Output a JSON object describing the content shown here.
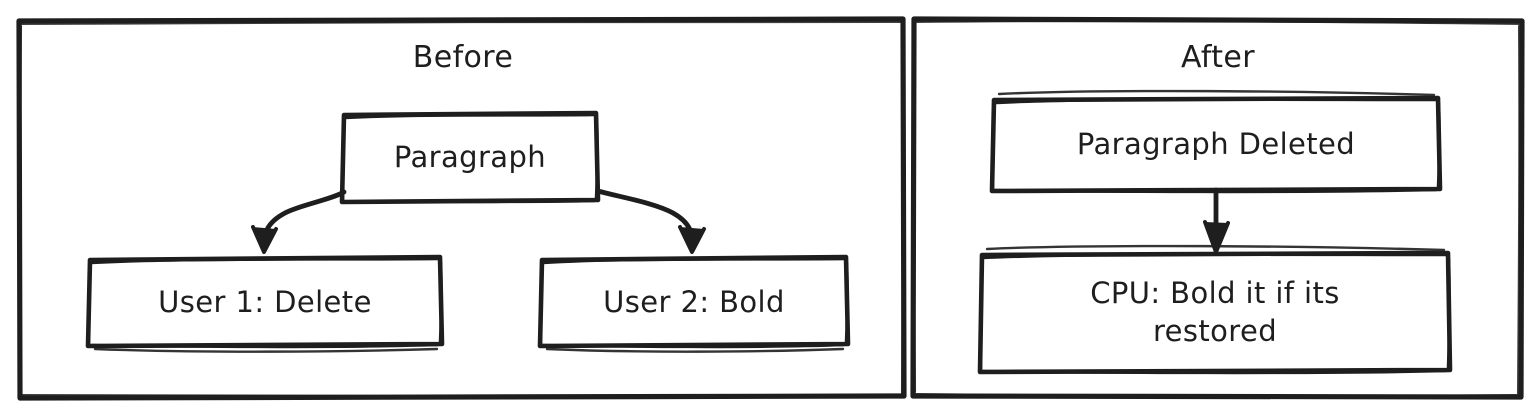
{
  "diagram": {
    "type": "flowchart",
    "style": "hand-drawn-sketch",
    "background_color": "#ffffff",
    "stroke_color": "#1e1e1e",
    "text_color": "#1e1e1e",
    "panels": [
      {
        "id": "before",
        "title": "Before",
        "nodes": [
          {
            "id": "paragraph",
            "label": "Paragraph"
          },
          {
            "id": "user1",
            "label": "User 1: Delete"
          },
          {
            "id": "user2",
            "label": "User 2: Bold"
          }
        ],
        "edges": [
          {
            "from": "paragraph",
            "to": "user1",
            "shape": "curved",
            "arrowhead": "yes"
          },
          {
            "from": "paragraph",
            "to": "user2",
            "shape": "curved",
            "arrowhead": "yes"
          }
        ]
      },
      {
        "id": "after",
        "title": "After",
        "nodes": [
          {
            "id": "paragraph-deleted",
            "label": "Paragraph Deleted"
          },
          {
            "id": "cpu",
            "label": "CPU: Bold it if its\nrestored"
          }
        ],
        "edges": [
          {
            "from": "paragraph-deleted",
            "to": "cpu",
            "shape": "straight",
            "arrowhead": "yes"
          }
        ]
      }
    ]
  }
}
